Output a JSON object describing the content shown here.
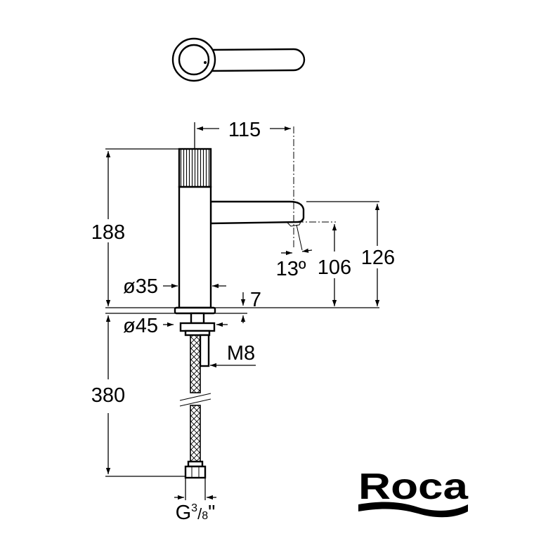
{
  "drawing": {
    "dimensions": {
      "spout_reach": "115",
      "total_height": "188",
      "spout_outlet_height": "126",
      "spout_height": "106",
      "spout_angle": "13º",
      "body_diameter": "ø35",
      "base_thickness": "7",
      "base_diameter": "ø45",
      "fixing_rod": "M8",
      "hose_length": "380",
      "connection_prefix": "G",
      "connection_numerator": "3",
      "connection_separator": "/",
      "connection_denominator": "8",
      "connection_suffix": "\""
    }
  },
  "brand": {
    "logo_text": "Roca"
  }
}
